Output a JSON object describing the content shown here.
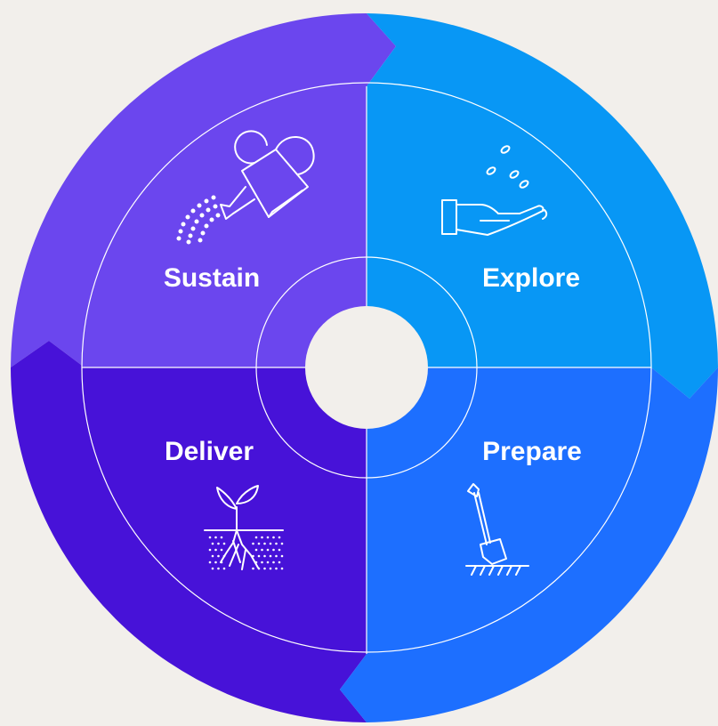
{
  "diagram": {
    "colors": {
      "background": "#f2efeb",
      "sustain": "#6b46ee",
      "explore": "#0897f5",
      "deliver": "#4712d8",
      "prepare": "#1d6fff",
      "lines": "#ffffff",
      "center": "#f2efeb"
    },
    "segments": [
      {
        "id": "sustain",
        "label": "Sustain",
        "icon": "watering-can-icon"
      },
      {
        "id": "explore",
        "label": "Explore",
        "icon": "hand-with-seeds-icon"
      },
      {
        "id": "prepare",
        "label": "Prepare",
        "icon": "shovel-icon"
      },
      {
        "id": "deliver",
        "label": "Deliver",
        "icon": "sprout-with-roots-icon"
      }
    ]
  }
}
